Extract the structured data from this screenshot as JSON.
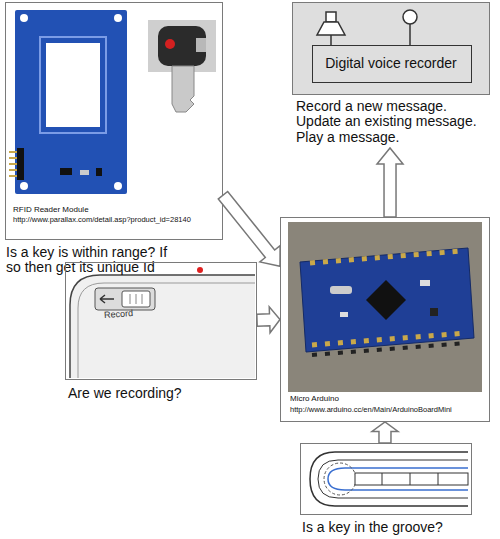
{
  "diagram": {
    "nodes": [
      {
        "text": [
          "RFID Reader Module",
          "http://www.parallax.com/detail.asp?product_id=28140",
          "Is a key is within range? If so then get its unique Id"
        ]
      },
      {
        "text": [
          "Record a new message. Update an existing message. Play a message."
        ]
      },
      {
        "text": [
          "Digital voice recorder"
        ],
        "in": 1
      },
      {
        "text": [
          "Micro Arduino",
          "http://www.arduino.cc/en/Main/ArduinoBoardMini"
        ]
      },
      {
        "text": [
          "Are we recording?"
        ]
      },
      {
        "text": [
          "Is a key in the groove?"
        ]
      }
    ],
    "edges": [
      {
        "from": 0,
        "to": 3,
        "arrow": "to"
      },
      {
        "from": 3,
        "to": 1,
        "arrow": "to"
      },
      {
        "from": 4,
        "to": 3,
        "arrow": "to"
      },
      {
        "from": 5,
        "to": 3,
        "arrow": "to"
      }
    ],
    "labels": [
      "Record"
    ]
  }
}
